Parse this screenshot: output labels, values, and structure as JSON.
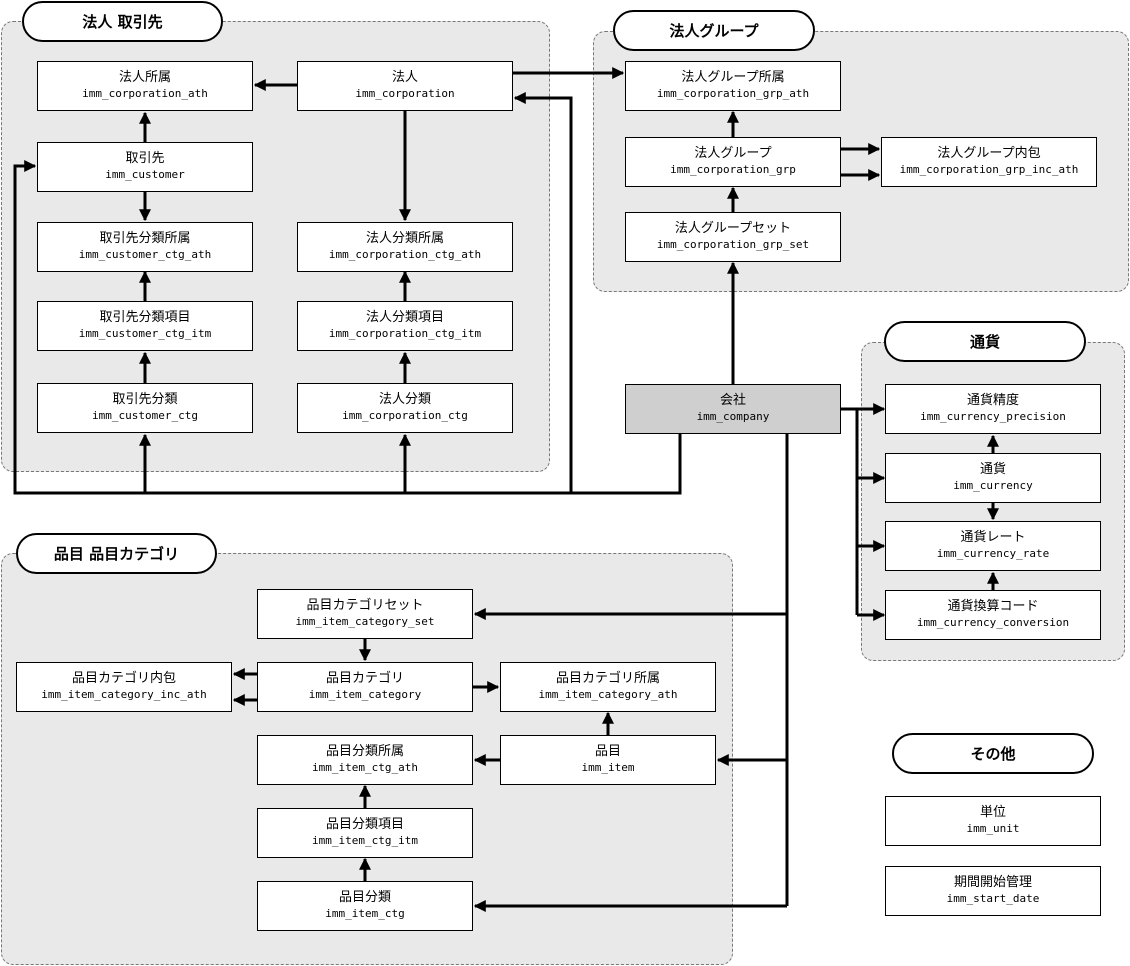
{
  "groups": {
    "corp_customer": "法人 取引先",
    "corp_group": "法人グループ",
    "currency": "通貨",
    "item": "品目 品目カテゴリ",
    "other": "その他"
  },
  "nodes": {
    "corporation_ath": {
      "jp": "法人所属",
      "en": "imm_corporation_ath"
    },
    "corporation": {
      "jp": "法人",
      "en": "imm_corporation"
    },
    "customer": {
      "jp": "取引先",
      "en": "imm_customer"
    },
    "customer_ctg_ath": {
      "jp": "取引先分類所属",
      "en": "imm_customer_ctg_ath"
    },
    "corporation_ctg_ath": {
      "jp": "法人分類所属",
      "en": "imm_corporation_ctg_ath"
    },
    "customer_ctg_itm": {
      "jp": "取引先分類項目",
      "en": "imm_customer_ctg_itm"
    },
    "corporation_ctg_itm": {
      "jp": "法人分類項目",
      "en": "imm_corporation_ctg_itm"
    },
    "customer_ctg": {
      "jp": "取引先分類",
      "en": "imm_customer_ctg"
    },
    "corporation_ctg": {
      "jp": "法人分類",
      "en": "imm_corporation_ctg"
    },
    "corporation_grp_ath": {
      "jp": "法人グループ所属",
      "en": "imm_corporation_grp_ath"
    },
    "corporation_grp": {
      "jp": "法人グループ",
      "en": "imm_corporation_grp"
    },
    "corporation_grp_inc_ath": {
      "jp": "法人グループ内包",
      "en": "imm_corporation_grp_inc_ath"
    },
    "corporation_grp_set": {
      "jp": "法人グループセット",
      "en": "imm_corporation_grp_set"
    },
    "company": {
      "jp": "会社",
      "en": "imm_company"
    },
    "currency_precision": {
      "jp": "通貨精度",
      "en": "imm_currency_precision"
    },
    "currency": {
      "jp": "通貨",
      "en": "imm_currency"
    },
    "currency_rate": {
      "jp": "通貨レート",
      "en": "imm_currency_rate"
    },
    "currency_conversion": {
      "jp": "通貨換算コード",
      "en": "imm_currency_conversion"
    },
    "item_category_set": {
      "jp": "品目カテゴリセット",
      "en": "imm_item_category_set"
    },
    "item_category_inc_ath": {
      "jp": "品目カテゴリ内包",
      "en": "imm_item_category_inc_ath"
    },
    "item_category": {
      "jp": "品目カテゴリ",
      "en": "imm_item_category"
    },
    "item_category_ath": {
      "jp": "品目カテゴリ所属",
      "en": "imm_item_category_ath"
    },
    "item_ctg_ath": {
      "jp": "品目分類所属",
      "en": "imm_item_ctg_ath"
    },
    "item": {
      "jp": "品目",
      "en": "imm_item"
    },
    "item_ctg_itm": {
      "jp": "品目分類項目",
      "en": "imm_item_ctg_itm"
    },
    "item_ctg": {
      "jp": "品目分類",
      "en": "imm_item_ctg"
    },
    "unit": {
      "jp": "単位",
      "en": "imm_unit"
    },
    "start_date": {
      "jp": "期間開始管理",
      "en": "imm_start_date"
    }
  },
  "colors": {
    "company_fill": "#cfcfcf",
    "group_fill": "#e9e9e9"
  }
}
